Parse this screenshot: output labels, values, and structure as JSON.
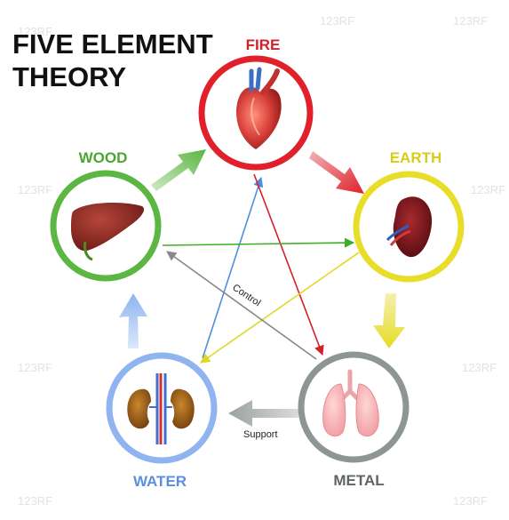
{
  "title": {
    "line1": "FIVE ELEMENT",
    "line2": "THEORY"
  },
  "elements": {
    "fire": {
      "label": "FIRE",
      "organ": "heart",
      "color": "#e0202a"
    },
    "earth": {
      "label": "EARTH",
      "organ": "spleen",
      "color": "#e8de2a"
    },
    "metal": {
      "label": "METAL",
      "organ": "lungs",
      "color": "#8e9693"
    },
    "water": {
      "label": "WATER",
      "organ": "kidneys",
      "color": "#8fb4f0"
    },
    "wood": {
      "label": "WOOD",
      "organ": "liver",
      "color": "#5bb642"
    }
  },
  "labels": {
    "control": "Control",
    "support": "Support"
  },
  "watermark": "123RF"
}
